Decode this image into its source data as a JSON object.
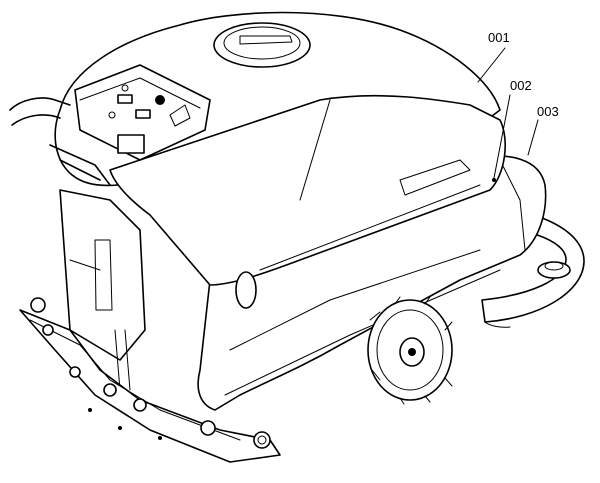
{
  "callouts": [
    {
      "id": "c001",
      "label": "001"
    },
    {
      "id": "c002",
      "label": "002"
    },
    {
      "id": "c003",
      "label": "003"
    }
  ]
}
